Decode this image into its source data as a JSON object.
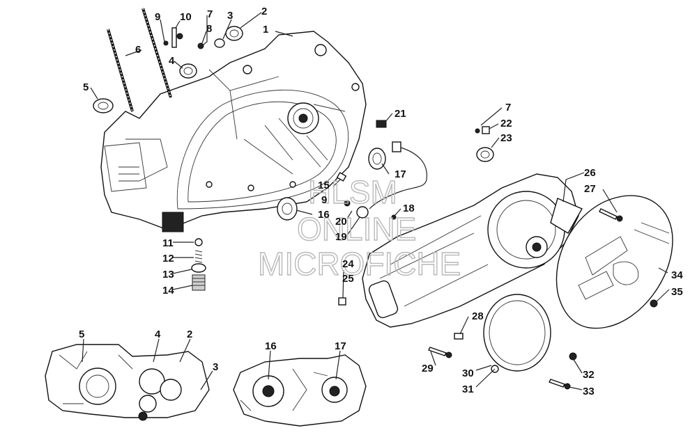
{
  "callouts": {
    "c1": "1",
    "c2": "2",
    "c3": "3",
    "c4": "4",
    "c5": "5",
    "c6": "6",
    "c7a": "7",
    "c8": "8",
    "c9a": "9",
    "c10": "10",
    "c11": "11",
    "c12": "12",
    "c13": "13",
    "c14": "14",
    "c15": "15",
    "c9b": "9",
    "c16": "16",
    "c17": "17",
    "c18": "18",
    "c19": "19",
    "c20": "20",
    "c21": "21",
    "c7b": "7",
    "c22": "22",
    "c23": "23",
    "c24": "24",
    "c25": "25",
    "c26": "26",
    "c27": "27",
    "c28": "28",
    "c29": "29",
    "c30": "30",
    "c31": "31",
    "c32": "32",
    "c33": "33",
    "c34": "34",
    "c35": "35",
    "d5": "5",
    "d4": "4",
    "d2": "2",
    "d3": "3",
    "d16": "16",
    "d17": "17"
  },
  "watermark": {
    "line1": "HLSM",
    "line2": "ONLINE",
    "line3": "MICROFICHE"
  }
}
